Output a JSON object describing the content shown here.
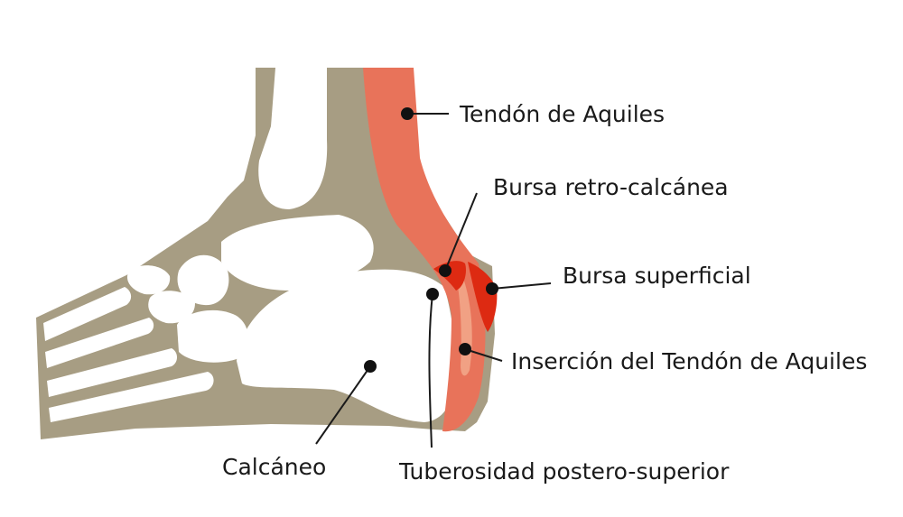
{
  "colors": {
    "bone_outline": "#a79d83",
    "bone_fill": "#ffffff",
    "tendon": "#e8735a",
    "tendon_light": "#f1a184",
    "bursa": "#dd2a12",
    "ink": "#1a1a1a",
    "background": "#ffffff"
  },
  "labels": {
    "achilles_tendon": "Tendón de Aquiles",
    "retrocalcaneal_bursa": "Bursa retro-calcánea",
    "superficial_bursa": "Bursa superficial",
    "achilles_insertion": "Inserción del Tendón de Aquiles",
    "calcaneus": "Calcáneo",
    "posterosuperior_tuberosity": "Tuberosidad postero-superior"
  }
}
